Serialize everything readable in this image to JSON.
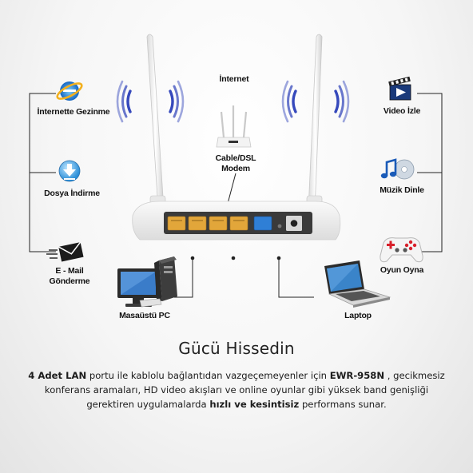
{
  "top_label": "İnternet",
  "modem_label_line1": "Cable/DSL",
  "modem_label_line2": "Modem",
  "left_items": [
    {
      "label": "İnternette Gezinme",
      "icon": "internet-explorer-icon"
    },
    {
      "label": "Dosya İndirme",
      "icon": "download-icon"
    },
    {
      "label_line1": "E - Mail",
      "label_line2": "Gönderme",
      "icon": "email-icon"
    }
  ],
  "right_items": [
    {
      "label": "Video İzle",
      "icon": "video-icon"
    },
    {
      "label": "Müzik Dinle",
      "icon": "music-icon"
    },
    {
      "label": "Oyun Oyna",
      "icon": "gamepad-icon"
    }
  ],
  "desktop_label": "Masaüstü PC",
  "laptop_label": "Laptop",
  "headline": "Gücü Hissedin",
  "description": {
    "b1": "4 Adet LAN",
    "t1": " portu ile kablolu bağlantıdan vazgeçemeyenler için ",
    "b2": "EWR-958N",
    "t2": " , gecikmesiz konferans aramaları, HD video akışları ve online oyunlar gibi yüksek band genişliği gerektiren uygulamalarda ",
    "b3": "hızlı ve kesintisiz",
    "t3": " performans sunar."
  },
  "colors": {
    "wifi": "#2b3fb8",
    "lan_port": "#e2a63a",
    "wan_port": "#2f7fd6",
    "line": "#222222"
  }
}
